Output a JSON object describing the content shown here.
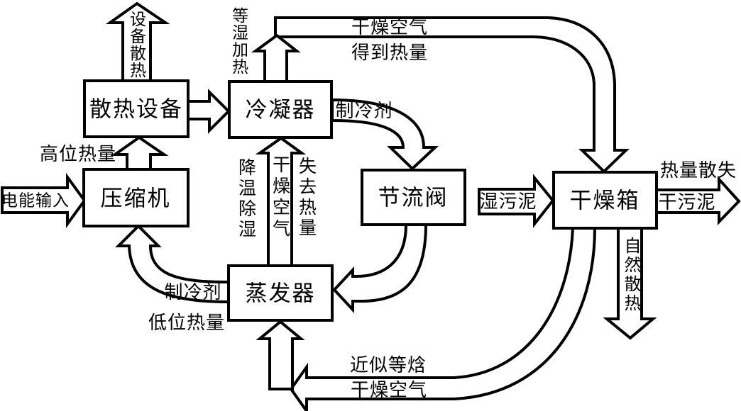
{
  "diagram": {
    "title_hint": "heat-pump sludge drying system flow diagram",
    "boxes": {
      "heat_dissipation_device": "散热设备",
      "condenser": "冷凝器",
      "compressor": "压缩机",
      "throttle_valve": "节流阀",
      "evaporator": "蒸发器",
      "drying_box": "干燥箱"
    },
    "labels": {
      "equipment_heat_dissipation": "设备散热",
      "constant_humidity_heating": "等湿加热",
      "dry_air_top": "干燥空气",
      "gain_heat": "得到热量",
      "refrigerant_top": "制冷剂",
      "high_grade_heat": "高位热量",
      "electric_input": "电能输入",
      "cooling_dehumidify": "降温除湿",
      "dry_air_mid": "干燥空气",
      "lose_heat": "失去热量",
      "wet_sludge": "湿污泥",
      "heat_loss": "热量散失",
      "dry_sludge": "干污泥",
      "natural_heat_dissipation": "自然散热",
      "refrigerant_bottom": "制冷剂",
      "low_grade_heat": "低位热量",
      "approx_isenthalpic": "近似等焓",
      "dry_air_bottom": "干燥空气"
    },
    "colors": {
      "line": "#000000",
      "fill": "#ffffff"
    }
  }
}
